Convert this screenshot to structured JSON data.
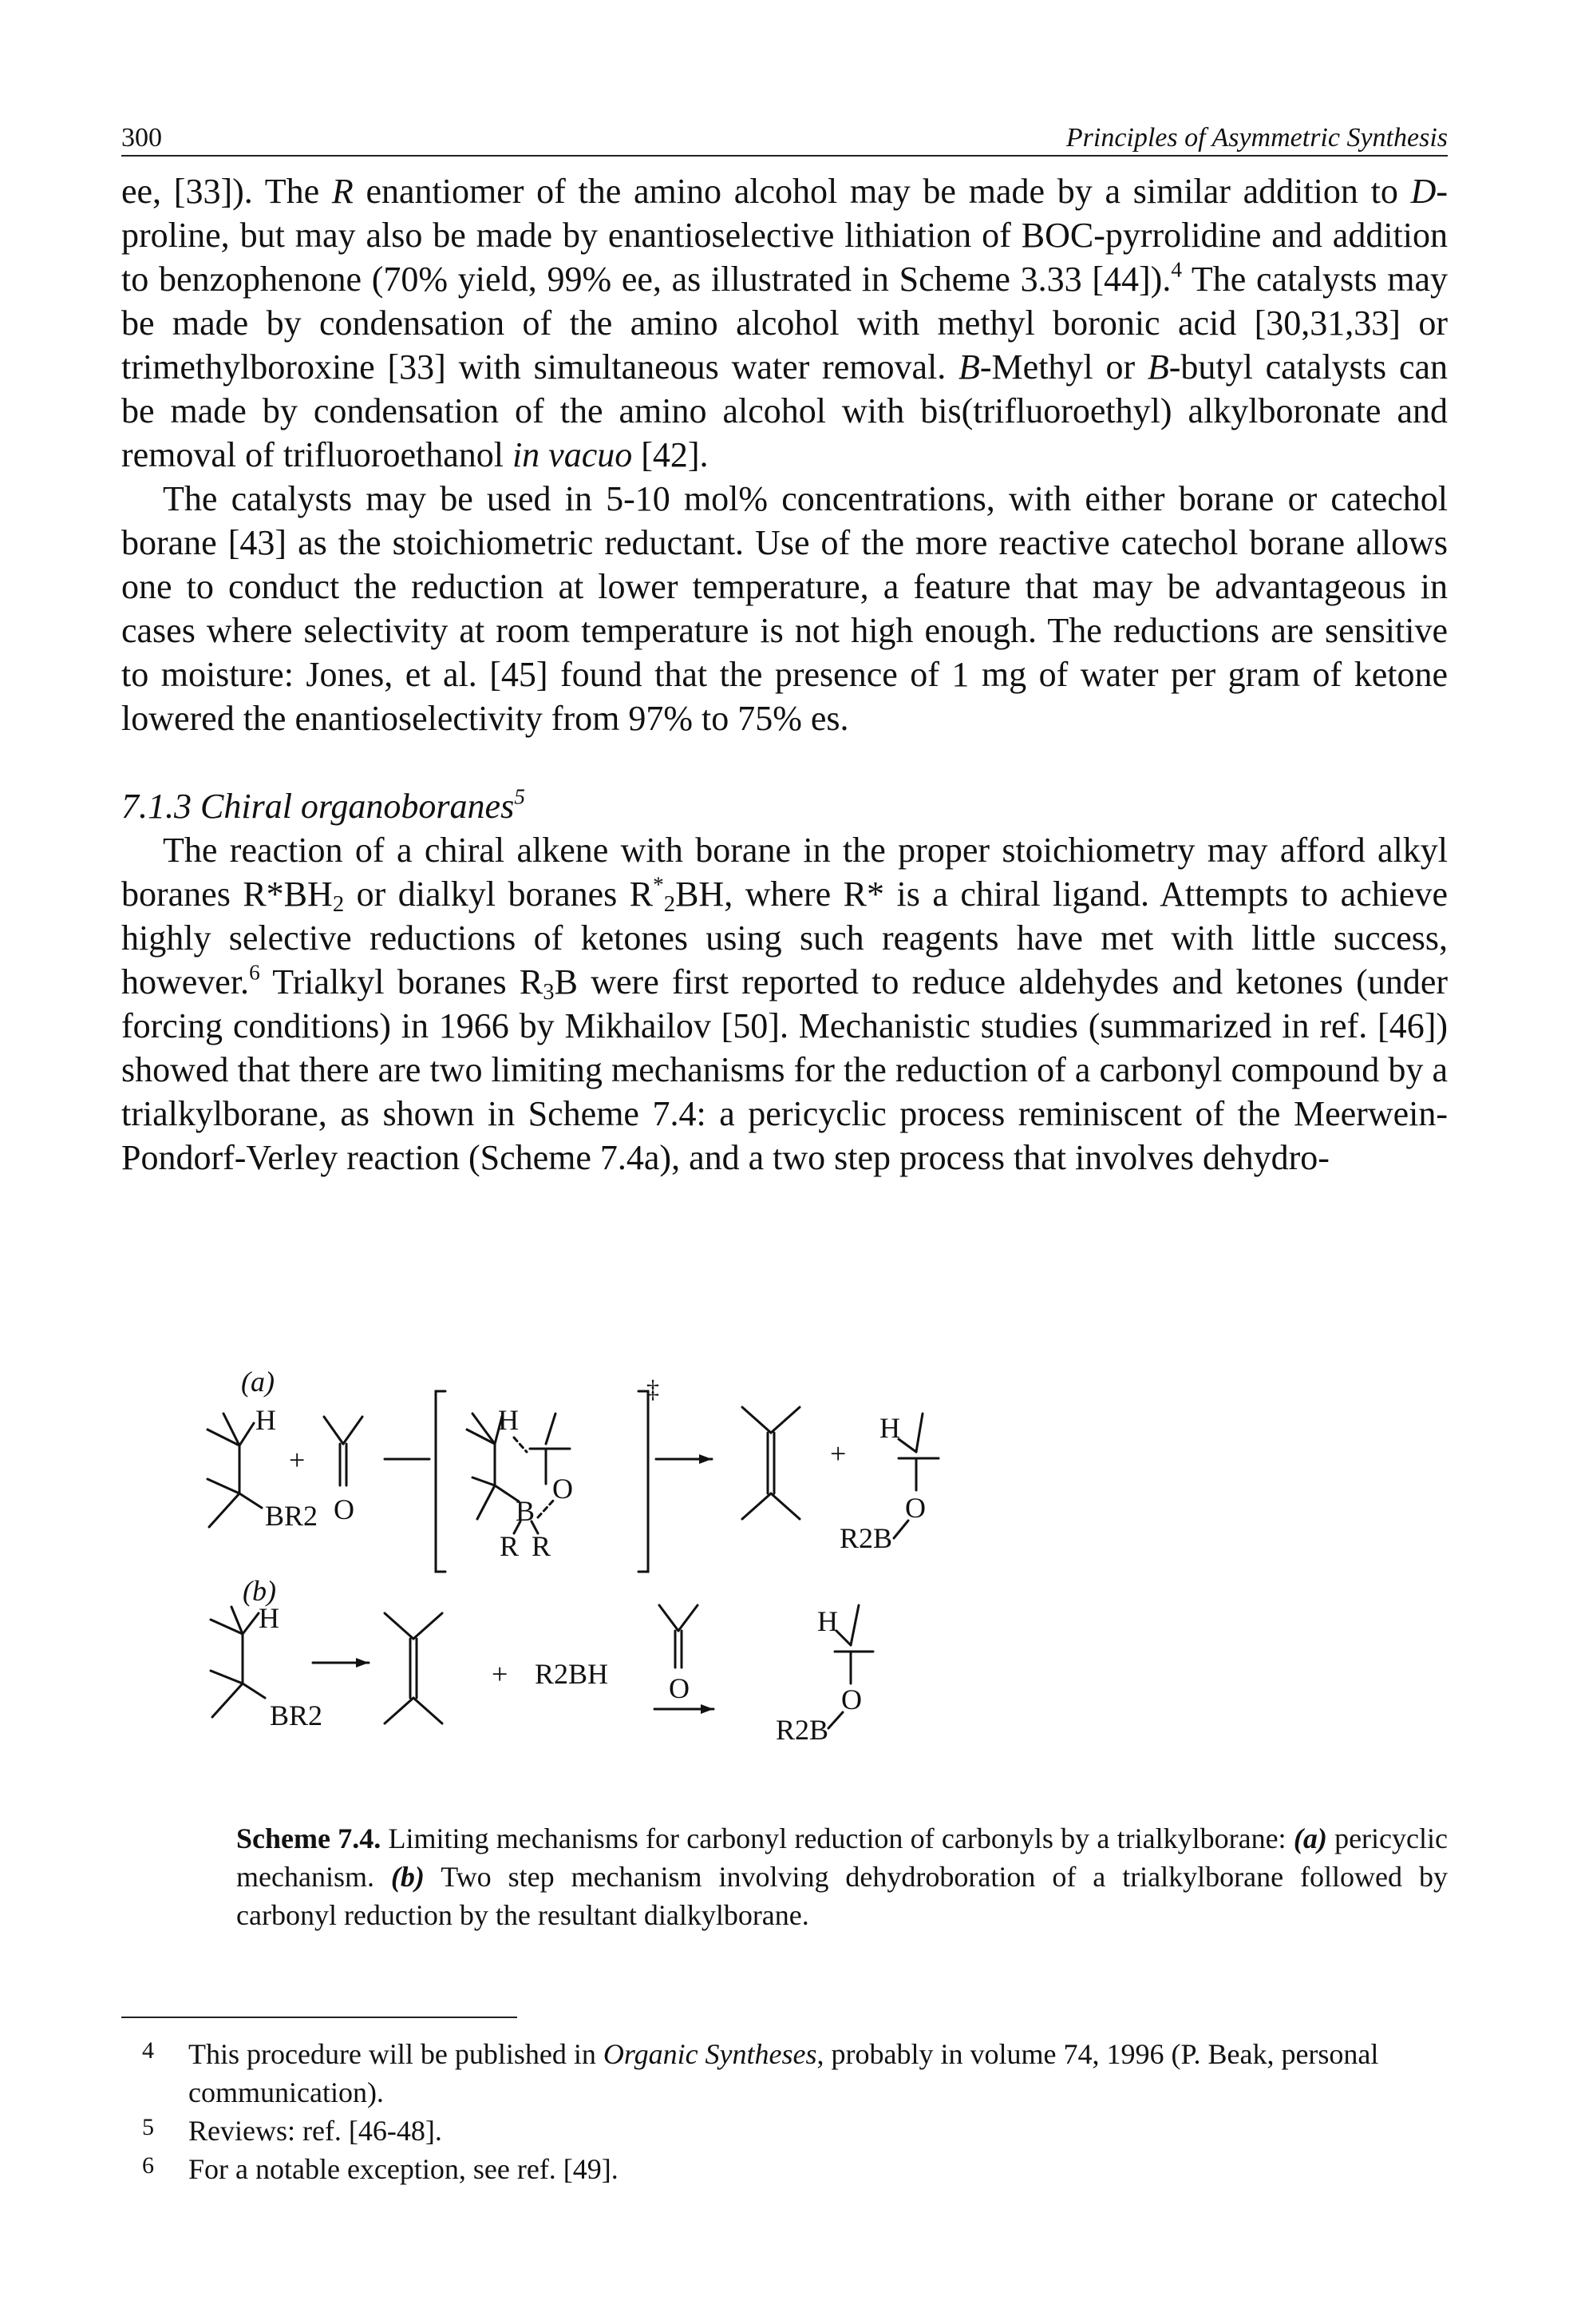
{
  "header": {
    "page_number": "300",
    "running_title": "Principles of Asymmetric Synthesis"
  },
  "paragraphs": {
    "p1": {
      "t1": "ee, [33]). The ",
      "r": "R",
      "t2": " enantiomer of the amino alcohol may be made by a similar addition to ",
      "d": "D",
      "t3": "-proline, but may also be made by enantioselective lithiation of BOC-pyrrolidine and addition to benzophenone (70% yield, 99% ee, as illustrated in Scheme 3.33 [44]).",
      "fn_ref": "4",
      "t4": " The catalysts may be made by condensation of the amino alcohol with methyl boronic acid [30,31,33] or trimethylboroxine [33] with simultaneous water removal. ",
      "b1": "B",
      "t5": "-Methyl or ",
      "b2": "B",
      "t6": "-butyl catalysts can be made by condensation of the amino alcohol with bis(trifluoroethyl) alkylboronate and removal of trifluoroethanol ",
      "invacuo": "in vacuo",
      "t7": " [42]."
    },
    "p2": "The catalysts may be used in 5-10 mol% concentrations, with either borane or catechol borane [43] as the stoichiometric reductant. Use of the more reactive catechol borane allows one to conduct the reduction at lower temperature, a feature that may be advantageous in cases where selectivity at room temperature is not high enough. The reductions are sensitive to moisture: Jones, et al. [45] found that the presence of 1 mg of water per gram of ketone lowered the enantioselectivity from 97% to 75% es.",
    "section_heading": {
      "text": "7.1.3 Chiral organoboranes",
      "fn_ref": "5"
    },
    "p3": {
      "t1": "The reaction of a chiral alkene with borane in the proper stoichiometry may afford alkyl boranes R*BH",
      "s1": "2",
      "t2": " or dialkyl boranes R",
      "s2": "2",
      "s2sup": "*",
      "t3": "BH, where R* is a chiral ligand. Attempts to achieve highly selective reductions of ketones using such reagents have met with little success, however.",
      "fn_ref": "6",
      "t4": " Trialkyl boranes R",
      "s3": "3",
      "t5": "B were first reported to reduce aldehydes and ketones (under forcing conditions) in 1966 by Mikhailov [50]. Mechanistic studies (summarized in ref. [46]) showed that there are two limiting mechanisms for the reduction of a carbonyl compound by a trialkylborane, as shown in Scheme 7.4: a pericyclic process reminiscent of the Meerwein-Pondorf-Verley reaction (Scheme 7.4a), and a two step process that involves dehydro-"
    }
  },
  "scheme": {
    "label_a": "(a)",
    "label_b": "(b)",
    "atom_H": "H",
    "atom_O": "O",
    "atom_B": "B",
    "atom_R": "R",
    "group_BR2": "BR2",
    "group_R2B": "R2B",
    "group_R2BH": "R2BH",
    "plus": "+",
    "ts_mark": "‡"
  },
  "caption": {
    "label": "Scheme 7.4.",
    "t1": " Limiting mechanisms for carbonyl reduction of carbonyls by a trialkylborane: ",
    "a": "(a)",
    "t2": " pericyclic mechanism. ",
    "b": "(b)",
    "t3": " Two step mechanism involving dehydroboration of a trialkylborane followed by carbonyl reduction by the resultant dialkylborane."
  },
  "footnotes": [
    {
      "num": "4",
      "t1": "This procedure will be published in ",
      "journal": "Organic Syntheses",
      "t2": ", probably in volume 74, 1996 (P. Beak, personal communication)."
    },
    {
      "num": "5",
      "text": "Reviews: ref. [46-48]."
    },
    {
      "num": "6",
      "text": "For a notable exception, see ref. [49]."
    }
  ]
}
